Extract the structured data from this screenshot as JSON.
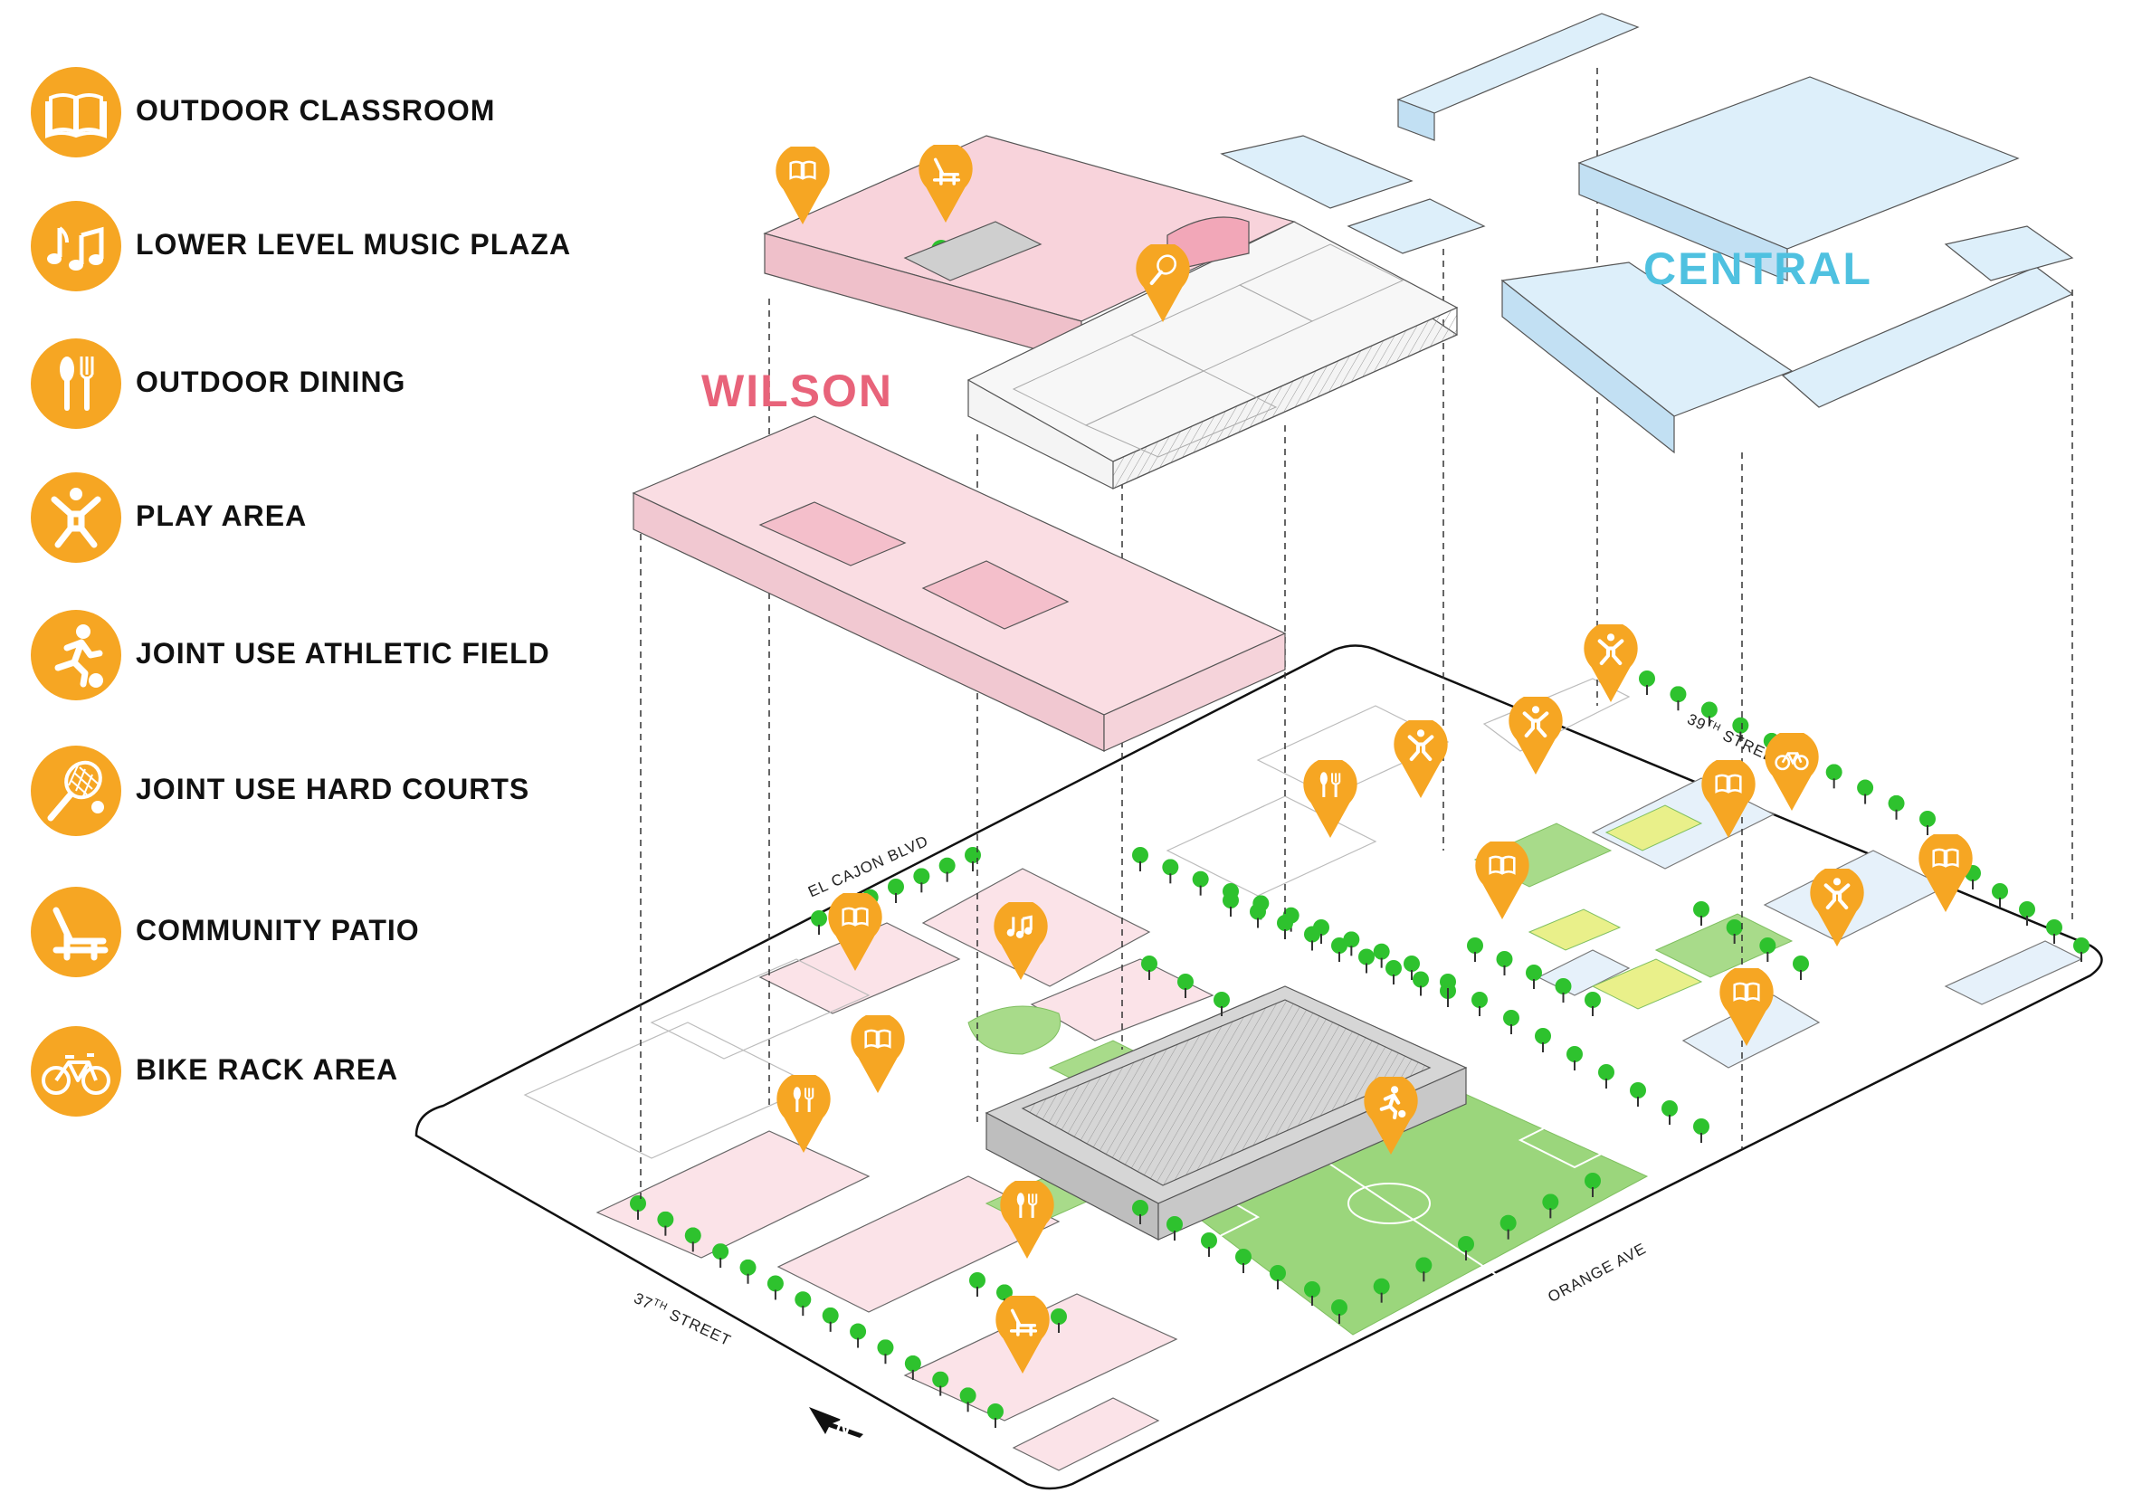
{
  "legend": [
    {
      "label": "OUTDOOR CLASSROOM",
      "icon": "book-icon"
    },
    {
      "label": "LOWER LEVEL MUSIC PLAZA",
      "icon": "music-note-icon"
    },
    {
      "label": "OUTDOOR DINING",
      "icon": "fork-spoon-icon"
    },
    {
      "label": "PLAY AREA",
      "icon": "person-jumping-icon"
    },
    {
      "label": "JOINT USE ATHLETIC FIELD",
      "icon": "soccer-player-icon"
    },
    {
      "label": "JOINT USE HARD COURTS",
      "icon": "tennis-racket-icon"
    },
    {
      "label": "COMMUNITY PATIO",
      "icon": "lounge-chair-icon"
    },
    {
      "label": "BIKE RACK AREA",
      "icon": "bicycle-icon"
    }
  ],
  "campuses": {
    "wilson": {
      "label": "WILSON",
      "color": "#E8637A"
    },
    "central": {
      "label": "CENTRAL",
      "color": "#4FC1E0"
    }
  },
  "streets": {
    "el_cajon": "EL CAJON BLVD",
    "thirty_ninth_num": "39",
    "thirty_ninth_sup": "TH",
    "thirty_ninth_word": "STREET",
    "thirty_seventh_num": "37",
    "thirty_seventh_sup": "TH",
    "thirty_seventh_word": "STREET",
    "orange": "ORANGE AVE"
  },
  "north_arrow": {
    "letter": "N"
  },
  "colors": {
    "accent": "#F6A623",
    "wilson_fill": "#FBE3E8",
    "central_fill": "#DDEFFA",
    "grass": "#A8DB8A",
    "tree": "#2EC22E"
  }
}
